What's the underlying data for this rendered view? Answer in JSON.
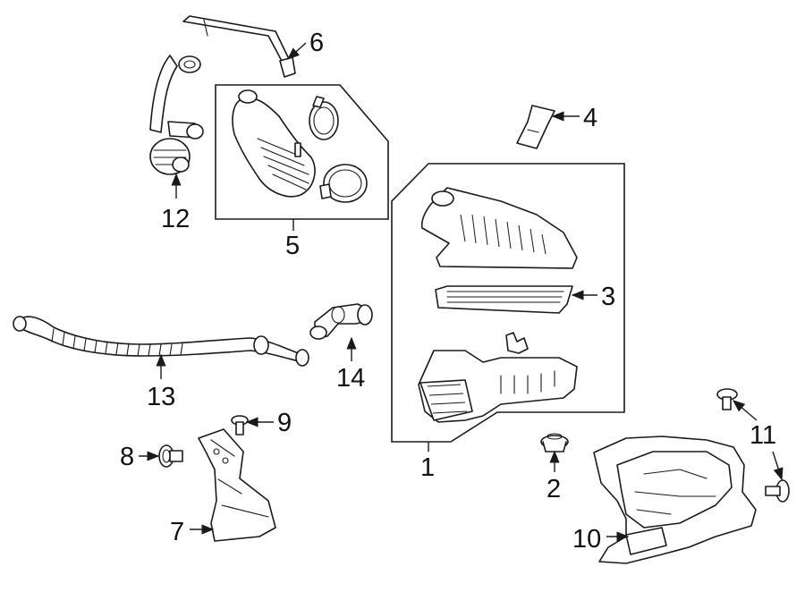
{
  "diagram": {
    "type": "exploded-parts-diagram",
    "line_color": "#1a1a1a",
    "background": "#ffffff",
    "callouts": [
      {
        "id": "c1",
        "label": "1"
      },
      {
        "id": "c2",
        "label": "2"
      },
      {
        "id": "c3",
        "label": "3"
      },
      {
        "id": "c4",
        "label": "4"
      },
      {
        "id": "c5",
        "label": "5"
      },
      {
        "id": "c6",
        "label": "6"
      },
      {
        "id": "c7",
        "label": "7"
      },
      {
        "id": "c8",
        "label": "8"
      },
      {
        "id": "c9",
        "label": "9"
      },
      {
        "id": "c10",
        "label": "10"
      },
      {
        "id": "c11",
        "label": "11"
      },
      {
        "id": "c12",
        "label": "12"
      },
      {
        "id": "c13",
        "label": "13"
      },
      {
        "id": "c14",
        "label": "14"
      }
    ]
  }
}
